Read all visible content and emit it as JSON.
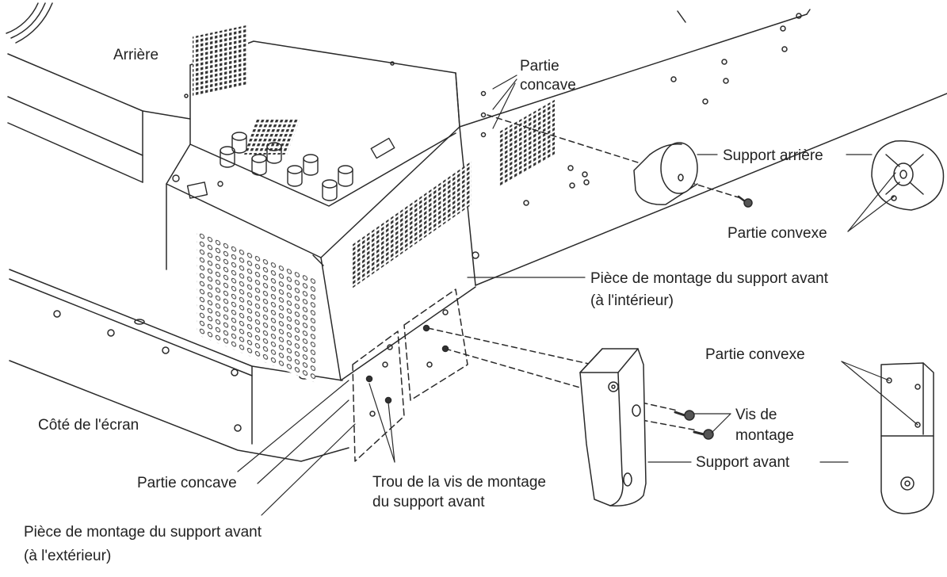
{
  "labels": {
    "rear": "Arrière",
    "concave_top_line1": "Partie",
    "concave_top_line2": "concave",
    "rear_support": "Support arrière",
    "convex_rear": "Partie convexe",
    "front_mount_inner_line1": "Pièce de montage du support avant",
    "front_mount_inner_line2": "(à l'intérieur)",
    "convex_front": "Partie convexe",
    "screws_line1": "Vis de",
    "screws_line2": "montage",
    "front_support": "Support avant",
    "screen_side": "Côté de l'écran",
    "concave_bottom": "Partie concave",
    "screw_hole_line1": "Trou de la vis de montage",
    "screw_hole_line2": "du support avant",
    "front_mount_outer_line1": "Pièce de montage du support avant",
    "front_mount_outer_line2": "(à l'extérieur)"
  },
  "colors": {
    "line": "#2a2a2a",
    "text": "#222222",
    "fill": "#ffffff",
    "shade": "#3a3a3a"
  }
}
